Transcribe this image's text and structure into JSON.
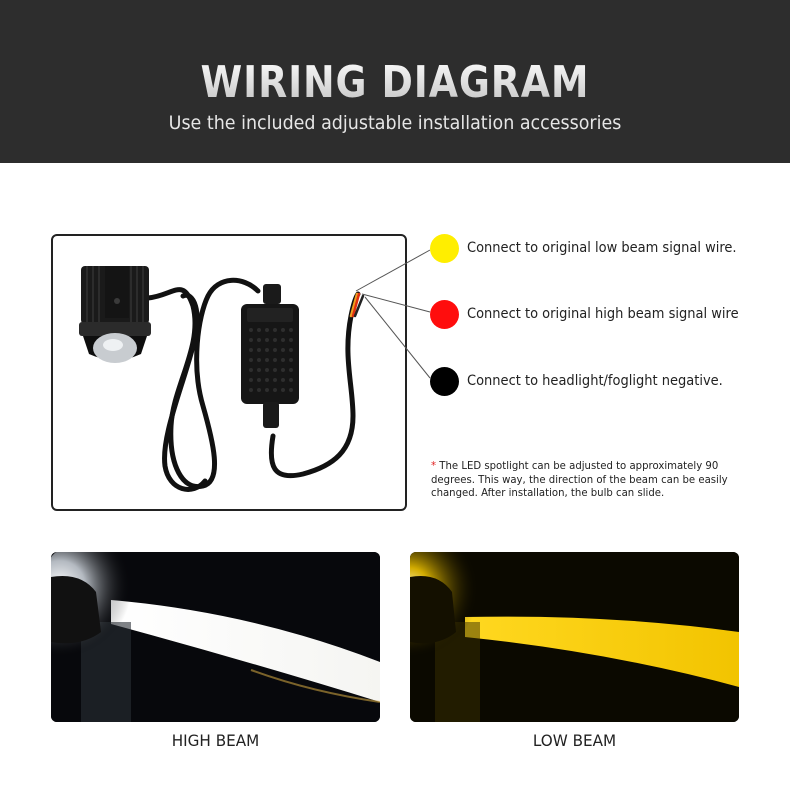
{
  "header": {
    "title": "WIRING DIAGRAM",
    "subtitle": "Use the included adjustable installation accessories",
    "background_color": "#2d2d2d"
  },
  "diagram": {
    "product": "LED spotlight with control box and 3-wire lead",
    "connections": [
      {
        "wire_color_name": "yellow",
        "color": "#ffee00",
        "label": "Connect to original low beam signal wire."
      },
      {
        "wire_color_name": "red",
        "color": "#ff0d0d",
        "label": "Connect to original high beam signal wire"
      },
      {
        "wire_color_name": "black",
        "color": "#000000",
        "label": "Connect to headlight/foglight negative."
      }
    ],
    "note": {
      "marker": "*",
      "text": " The LED spotlight can be adjusted to approximately 90 degrees. This way, the direction of the beam can be easily changed. After installation, the bulb can slide."
    }
  },
  "beams": [
    {
      "label": "HIGH BEAM",
      "light_color": "#ffffff"
    },
    {
      "label": "LOW BEAM",
      "light_color": "#ffd21a"
    }
  ]
}
